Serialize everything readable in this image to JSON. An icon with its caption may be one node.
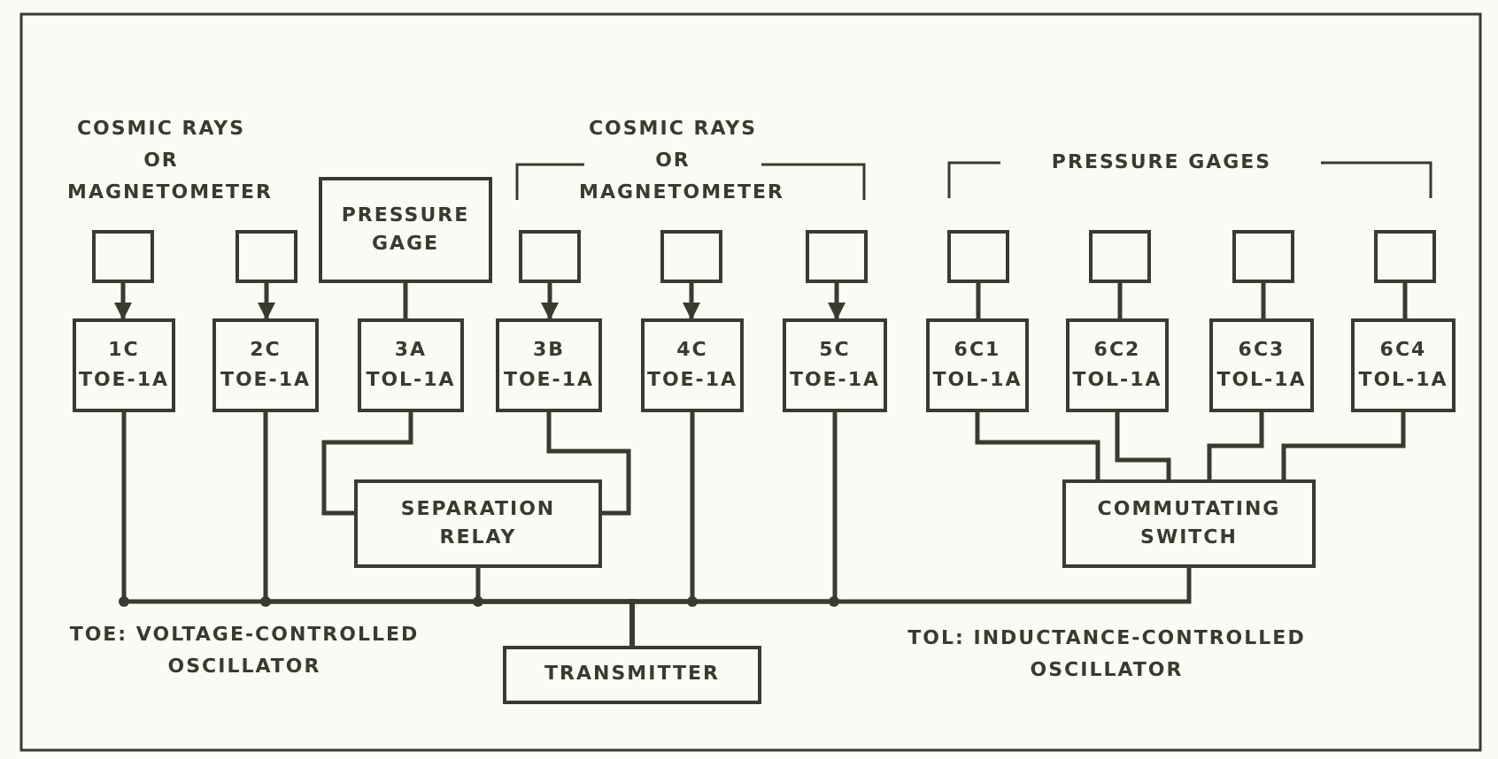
{
  "diagram": {
    "nodes": [
      {
        "text": [],
        "shape": "box"
      },
      {
        "text": [],
        "shape": "box"
      },
      {
        "text": [
          "PRESSURE GAGE"
        ]
      },
      {
        "text": [],
        "shape": "box"
      },
      {
        "text": [],
        "shape": "box"
      },
      {
        "text": [],
        "shape": "box"
      },
      {
        "text": [],
        "shape": "box"
      },
      {
        "text": [],
        "shape": "box"
      },
      {
        "text": [],
        "shape": "box"
      },
      {
        "text": [],
        "shape": "box"
      },
      {
        "text": [
          "1C",
          "TOE-1A"
        ]
      },
      {
        "text": [
          "2C",
          "TOE-1A"
        ]
      },
      {
        "text": [
          "3A",
          "TOL-1A"
        ]
      },
      {
        "text": [
          "3B",
          "TOE-1A"
        ]
      },
      {
        "text": [
          "4C",
          "TOE-1A"
        ]
      },
      {
        "text": [
          "5C",
          "TOE-1A"
        ]
      },
      {
        "text": [
          "6C1",
          "TOL-1A"
        ]
      },
      {
        "text": [
          "6C2",
          "TOL-1A"
        ]
      },
      {
        "text": [
          "6C3",
          "TOL-1A"
        ]
      },
      {
        "text": [
          "6C4",
          "TOL-1A"
        ]
      },
      {
        "text": [
          "SEPARATION RELAY"
        ]
      },
      {
        "text": [
          "COMMUTATING SWITCH"
        ]
      },
      {
        "text": [
          "TRANSMITTER"
        ]
      }
    ],
    "edges": [
      {
        "from": 0,
        "to": 10,
        "arrow": "to"
      },
      {
        "from": 1,
        "to": 11,
        "arrow": "to"
      },
      {
        "from": 2,
        "to": 12,
        "arrow": "none"
      },
      {
        "from": 3,
        "to": 13,
        "arrow": "to"
      },
      {
        "from": 4,
        "to": 14,
        "arrow": "to"
      },
      {
        "from": 5,
        "to": 15,
        "arrow": "to"
      },
      {
        "from": 6,
        "to": 16,
        "arrow": "none"
      },
      {
        "from": 7,
        "to": 17,
        "arrow": "none"
      },
      {
        "from": 8,
        "to": 18,
        "arrow": "none"
      },
      {
        "from": 9,
        "to": 19,
        "arrow": "none"
      },
      {
        "from": 12,
        "to": 20,
        "arrow": "none"
      },
      {
        "from": 13,
        "to": 20,
        "arrow": "none"
      },
      {
        "from": 16,
        "to": 21,
        "arrow": "none"
      },
      {
        "from": 17,
        "to": 21,
        "arrow": "none"
      },
      {
        "from": 18,
        "to": 21,
        "arrow": "none"
      },
      {
        "from": 19,
        "to": 21,
        "arrow": "none"
      },
      {
        "from": 10,
        "to": 22,
        "arrow": "none"
      },
      {
        "from": 11,
        "to": 22,
        "arrow": "none"
      },
      {
        "from": 20,
        "to": 22,
        "arrow": "none"
      },
      {
        "from": 14,
        "to": 22,
        "arrow": "none"
      },
      {
        "from": 15,
        "to": 22,
        "arrow": "none"
      },
      {
        "from": 21,
        "to": 22,
        "arrow": "none"
      }
    ],
    "labels": [
      "COSMIC RAYS OR MAGNETOMETER",
      "COSMIC RAYS OR MAGNETOMETER",
      "PRESSURE GAGES",
      "TOE: VOLTAGE-CONTROLLED OSCILLATOR",
      "TOL: INDUCTANCE-CONTROLLED OSCILLATOR"
    ]
  }
}
